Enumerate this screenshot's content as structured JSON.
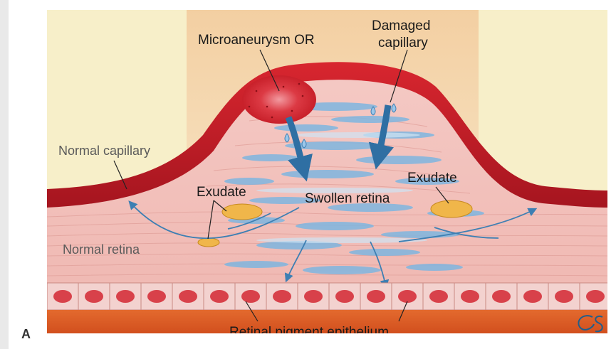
{
  "figure": {
    "panel_letter": "A",
    "signature_mark": "CS",
    "labels": {
      "microaneurysm": "Microaneurysm OR",
      "damaged_capillary_line1": "Damaged",
      "damaged_capillary_line2": "capillary",
      "normal_capillary": "Normal capillary",
      "exudate_left": "Exudate",
      "exudate_right": "Exudate",
      "swollen_retina": "Swollen retina",
      "normal_retina": "Normal retina",
      "retinal_pigment_epithelium": "Retinal pigment epithelium"
    },
    "colors": {
      "background_cream": "#f7efc9",
      "highlight_band": "#f5d9b0",
      "capillary_red": "#c8202a",
      "retina_pink": "#f2c7c2",
      "swelling_blue": "#7fb6e0",
      "exudate_yellow": "#f0b64a",
      "epithelium_cells": "#d8414a",
      "choroid_orange": "#e0632a",
      "arrow_blue": "#3d7fb3"
    }
  }
}
